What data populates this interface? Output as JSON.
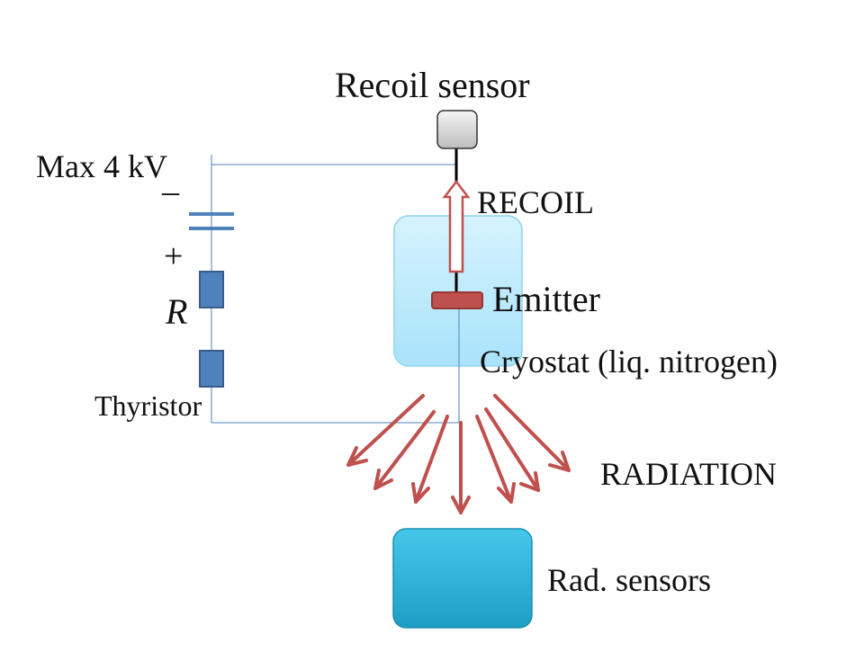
{
  "labels": {
    "recoil_sensor": "Recoil sensor",
    "max_voltage": "Max 4 kV",
    "minus": "–",
    "plus": "+",
    "resistor": "R",
    "thyristor": "Thyristor",
    "recoil": "RECOIL",
    "emitter": "Emitter",
    "cryostat": "Cryostat (liq. nitrogen)",
    "radiation": "RADIATION",
    "rad_sensors": "Rad. sensors"
  },
  "colors": {
    "wire": "#4f81bd",
    "component_fill": "#4f81bd",
    "component_stroke": "#385d8a",
    "arrow": "#c0504d",
    "emitter_fill": "#c0504d",
    "cryostat_fill": "#c6efff",
    "cryostat_stroke": "#8fd3f0",
    "sensor_box": "#31b6dc",
    "recoil_sensor": "#d9d9d9"
  }
}
